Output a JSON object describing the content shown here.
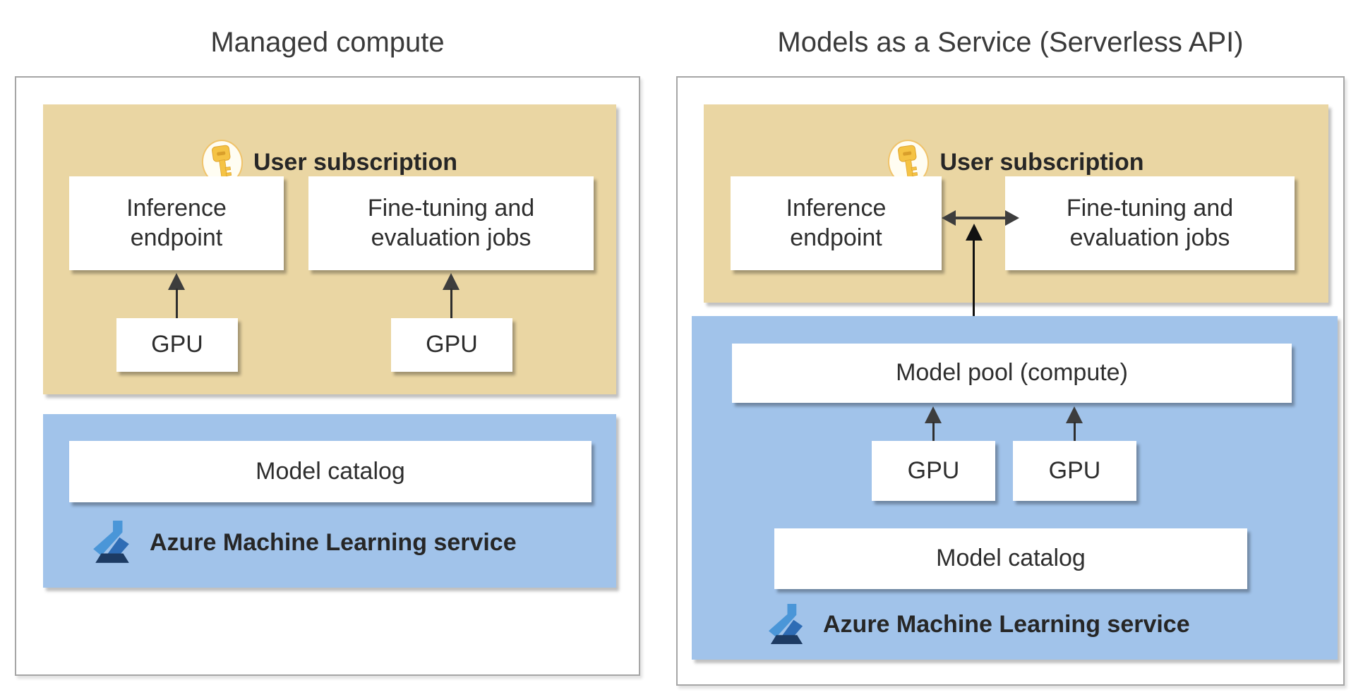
{
  "diagram": {
    "panels": {
      "left": {
        "title": "Managed compute",
        "subscription_label": "User subscription",
        "inference": "Inference endpoint",
        "finetune": "Fine-tuning and evaluation jobs",
        "gpu1": "GPU",
        "gpu2": "GPU",
        "catalog": "Model catalog",
        "service_label": "Azure Machine Learning service"
      },
      "right": {
        "title": "Models as a Service (Serverless API)",
        "subscription_label": "User subscription",
        "inference": "Inference endpoint",
        "finetune": "Fine-tuning and evaluation jobs",
        "model_pool": "Model pool (compute)",
        "gpu1": "GPU",
        "gpu2": "GPU",
        "catalog": "Model catalog",
        "service_label": "Azure Machine Learning service"
      }
    },
    "icons": {
      "key": "key-icon",
      "azure_ml": "azure-ml-flask-icon"
    },
    "colors": {
      "subscription_bg": "#ead6a3",
      "service_bg": "#a1c3ea",
      "panel_border": "#a6a6a6",
      "text_dark": "#2e2e2e",
      "label_bold": "#262626",
      "arrow": "#3d3d3d",
      "key_gold": "#f5c344",
      "aml_light_blue": "#4a96d8",
      "aml_mid_blue": "#2e6cb5",
      "aml_navy": "#1d3b63"
    }
  }
}
